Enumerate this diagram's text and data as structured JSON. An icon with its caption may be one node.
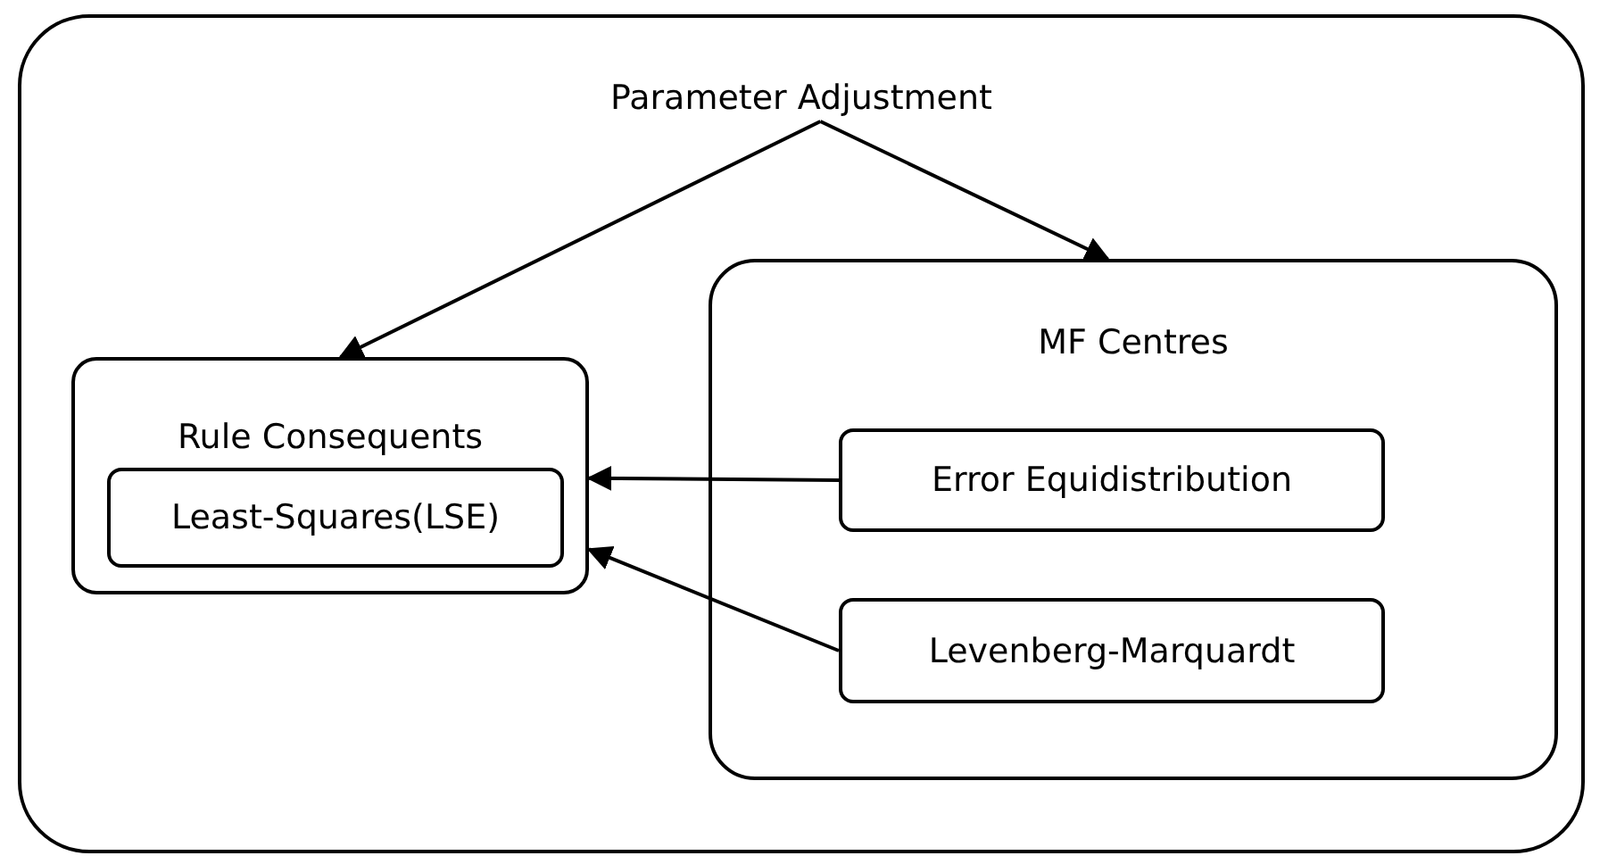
{
  "diagram": {
    "nodes": [
      {
        "text": [
          "Parameter Adjustment"
        ]
      },
      {
        "text": [
          "Rule Consequents"
        ],
        "in": 0
      },
      {
        "text": [
          "Least-Squares(LSE)"
        ],
        "in": 1
      },
      {
        "text": [
          "MF Centres"
        ],
        "in": 0
      },
      {
        "text": [
          "Error Equidistribution"
        ],
        "in": 3
      },
      {
        "text": [
          "Levenberg-Marquardt"
        ],
        "in": 3
      }
    ],
    "edges": [
      {
        "from": 0,
        "to": 1,
        "arrow": "to"
      },
      {
        "from": 0,
        "to": 3,
        "arrow": "to"
      },
      {
        "from": 4,
        "to": 1,
        "arrow": "to"
      },
      {
        "from": 5,
        "to": 1,
        "arrow": "to"
      }
    ]
  }
}
